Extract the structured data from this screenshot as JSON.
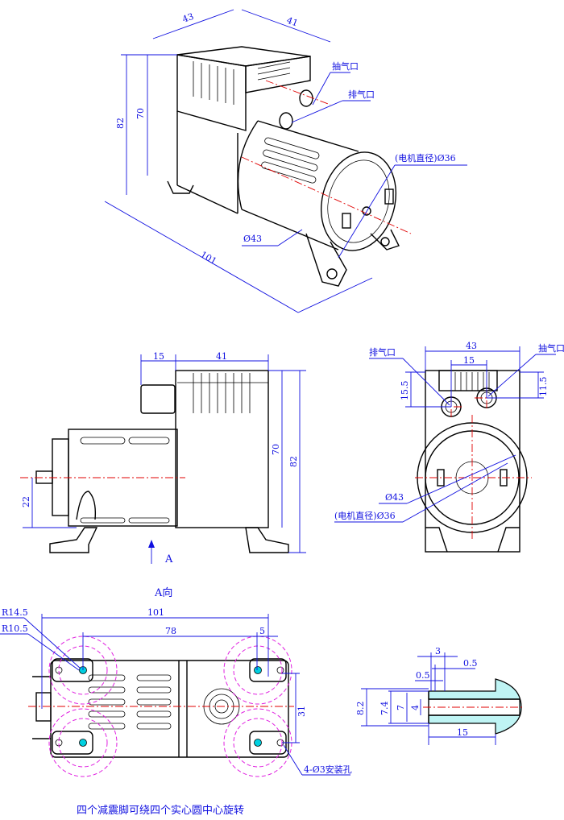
{
  "iso_view": {
    "width": "43",
    "depth": "41",
    "height_total": "82",
    "height_pump": "70",
    "length": "101",
    "inlet": "抽气口",
    "outlet": "排气口",
    "motor_dia": "(电机直径)Ø36",
    "body_dia": "Ø43"
  },
  "side_view": {
    "port_len": "15",
    "pump_len": "41",
    "height_pump": "70",
    "height_total": "82",
    "axis_height": "22",
    "arrow_label": "A",
    "view_label": "A向"
  },
  "front_view": {
    "outlet": "排气口",
    "inlet": "抽气口",
    "width": "43",
    "port_spacing": "15",
    "outlet_height": "15.5",
    "inlet_height": "11.5",
    "body_dia": "Ø43",
    "motor_dia": "(电机直径)Ø36"
  },
  "bottom_view": {
    "r_outer": "R14.5",
    "r_inner": "R10.5",
    "length": "101",
    "hole_spacing": "78",
    "offset": "5",
    "hole_width": "31",
    "holes": "4-Ø3安装孔"
  },
  "nozzle": {
    "d_total": "3",
    "d_a": "0.5",
    "d_b": "0.5",
    "od": "8.2",
    "d1": "7.4",
    "d2": "7",
    "id": "4",
    "length": "15"
  },
  "note": "四个减震脚可绕四个实心圆中心旋转",
  "colors": {
    "dimension": "#1010e0",
    "center": "#e00000",
    "radius": "#e020e0",
    "hole": "#00d0e0"
  }
}
